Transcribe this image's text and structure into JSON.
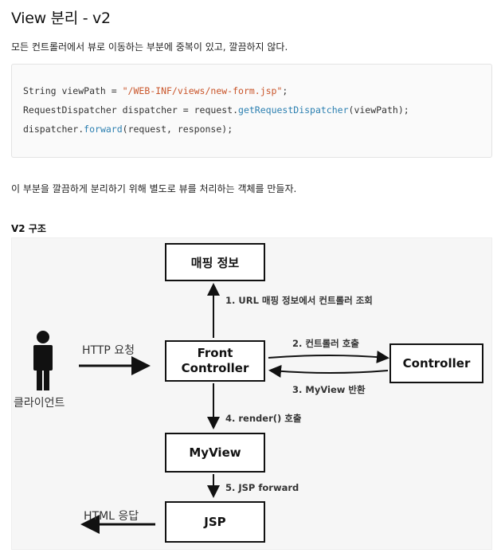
{
  "title": "View 분리 - v2",
  "intro": "모든 컨트롤러에서 뷰로 이동하는 부분에 중복이 있고, 깔끔하지 않다.",
  "code": {
    "line1_a": "String viewPath = ",
    "line1_str": "\"/WEB-INF/views/new-form.jsp\"",
    "line1_b": ";",
    "line2_a": "RequestDispatcher dispatcher = request.",
    "line2_method": "getRequestDispatcher",
    "line2_b": "(viewPath);",
    "line3_a": "dispatcher.",
    "line3_method": "forward",
    "line3_b": "(request, response);"
  },
  "paragraph2": "이 부분을 깔끔하게 분리하기 위해 별도로 뷰를 처리하는 객체를 만들자.",
  "diagram_heading": "V2 구조",
  "diagram": {
    "mapping_box": "매핑 정보",
    "front_box_line1": "Front",
    "front_box_line2": "Controller",
    "controller_box": "Controller",
    "myview_box": "MyView",
    "jsp_box": "JSP",
    "client_label": "클라이언트",
    "http_request": "HTTP 요청",
    "html_response": "HTML 응답",
    "step1": "1. URL 매핑 정보에서 컨트롤러 조회",
    "step2": "2. 컨트롤러 호출",
    "step3": "3. MyView 반환",
    "step4": "4. render() 호출",
    "step5": "5. JSP forward"
  }
}
